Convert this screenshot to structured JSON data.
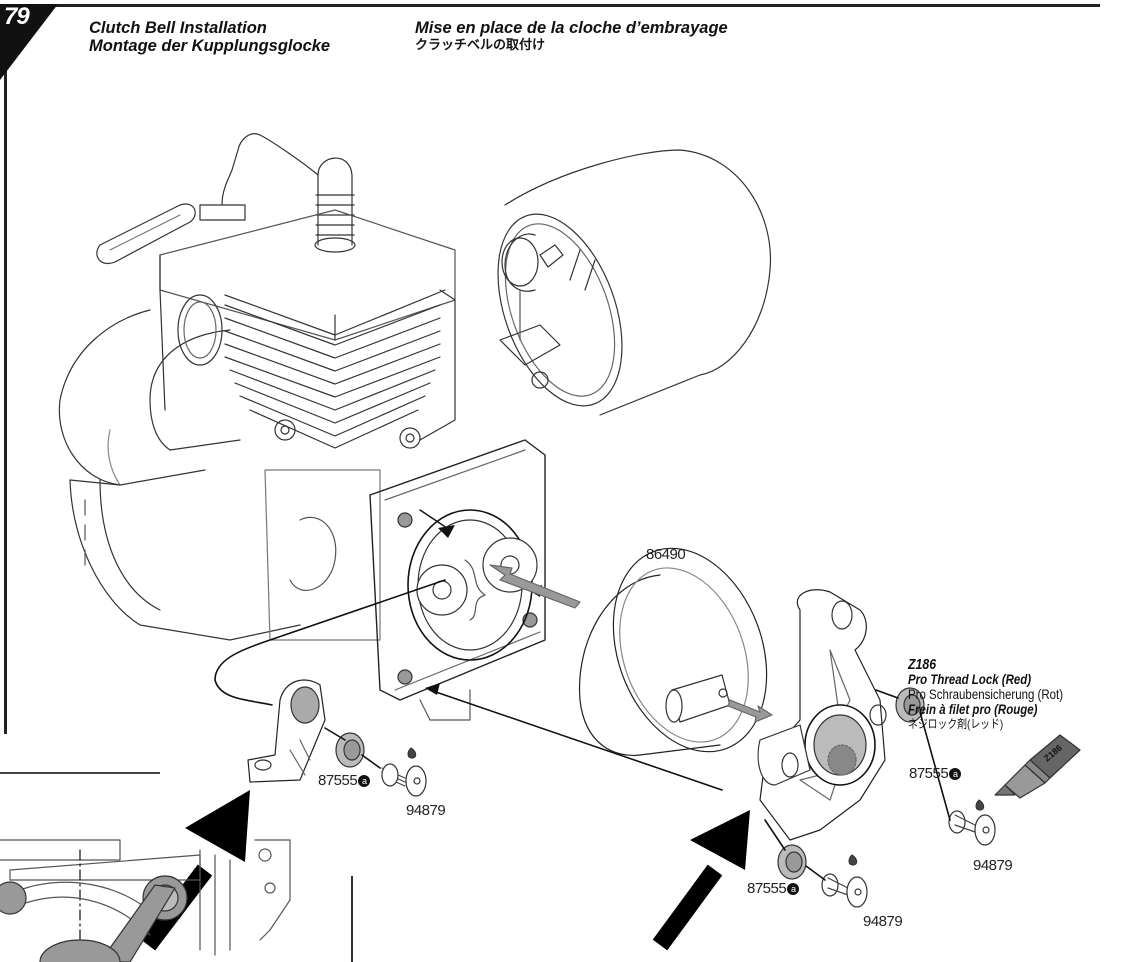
{
  "step": {
    "number": "79",
    "title_en": "Clutch Bell Installation",
    "title_de": "Montage der Kupplungsglocke",
    "title_fr": "Mise en place de la cloche d’embrayage",
    "title_jp": "クラッチベルの取付け"
  },
  "parts": {
    "clutch_bell": "86490",
    "bushing_left": "87555",
    "bushing_right": "87555",
    "bushing_bottom": "87555",
    "screw_left": "94879",
    "screw_right": "94879",
    "screw_bottom": "94879",
    "note_marker": "a"
  },
  "threadlock": {
    "code": "Z186",
    "name_en": "Pro Thread Lock (Red)",
    "name_de": "Pro Schraubensicherung (Rot)",
    "name_fr": "Frein à filet pro (Rouge)",
    "name_jp": "ネジロック剤(レッド)",
    "bottle_label": "Z186"
  },
  "colors": {
    "ink": "#111111",
    "line": "#333333",
    "shade": "#9a9a9a",
    "paper": "#ffffff"
  }
}
